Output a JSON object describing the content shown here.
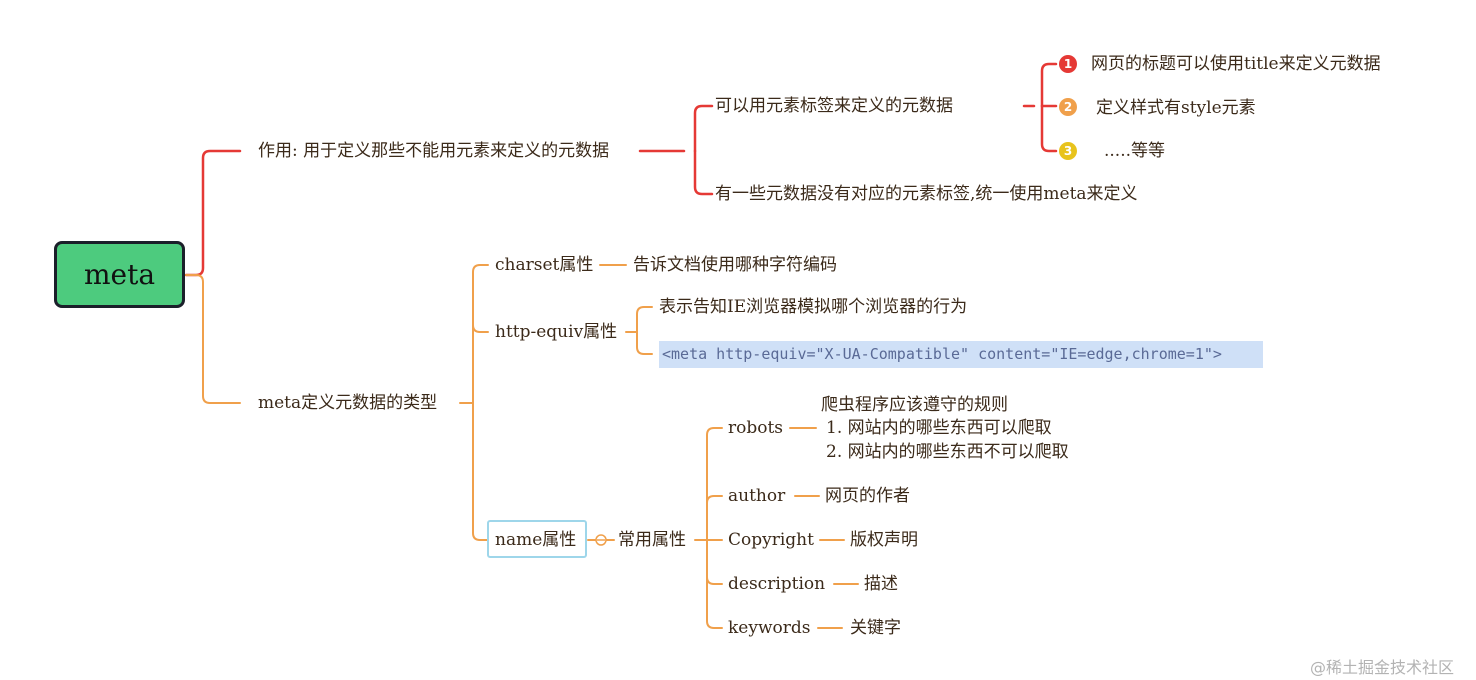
{
  "root": {
    "label": "meta"
  },
  "branch_usage": {
    "label": "作用: 用于定义那些不能用元素来定义的元数据",
    "children": {
      "element_defined": "可以用元素标签来定义的元数据",
      "element_items": [
        "网页的标题可以使用title来定义元数据",
        "定义样式有style元素",
        ".....等等"
      ],
      "badge_numbers": [
        "1",
        "2",
        "3"
      ],
      "no_element": "有一些元数据没有对应的元素标签,统一使用meta来定义"
    }
  },
  "branch_types": {
    "label": "meta定义元数据的类型",
    "charset": {
      "label": "charset属性",
      "desc": "告诉文档使用哪种字符编码"
    },
    "http_equiv": {
      "label": "http-equiv属性",
      "desc": "表示告知IE浏览器模拟哪个浏览器的行为",
      "code": "<meta http-equiv=\"X-UA-Compatible\" content=\"IE=edge,chrome=1\">"
    },
    "name": {
      "label": "name属性",
      "common": "常用属性",
      "robots": {
        "label": "robots",
        "desc": [
          "爬虫程序应该遵守的规则",
          "1. 网站内的哪些东西可以爬取",
          "2. 网站内的哪些东西不可以爬取"
        ]
      },
      "author": {
        "label": "author",
        "desc": "网页的作者"
      },
      "copyright": {
        "label": "Copyright",
        "desc": "版权声明"
      },
      "description": {
        "label": "description",
        "desc": "描述"
      },
      "keywords": {
        "label": "keywords",
        "desc": "关键字"
      }
    }
  },
  "watermark": "@稀土掘金技术社区",
  "colors": {
    "red": "#e53935",
    "orange": "#f0a04b",
    "root_fill": "#4dcb7e",
    "code_bg": "#cfe0f7",
    "badge1": "#e53935",
    "badge2": "#f0a04b",
    "badge3": "#e8c31c"
  }
}
